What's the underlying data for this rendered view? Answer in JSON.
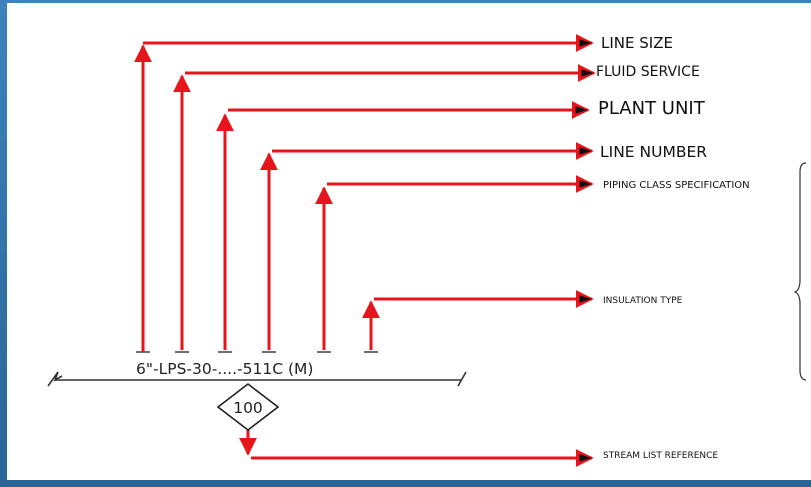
{
  "diagram": {
    "line_code": "6\"-LPS-30-....-511C (M)",
    "stream_ref_number": "100",
    "labels": {
      "line_size": "LINE SIZE",
      "fluid_service": "FLUID SERVICE",
      "plant_unit": "PLANT UNIT",
      "line_number": "LINE NUMBER",
      "piping_class": "PIPING CLASS SPECIFICATION",
      "insulation_type": "INSULATION TYPE",
      "stream_list_reference": "STREAM LIST REFERENCE"
    },
    "colors": {
      "leader": "#e8141b",
      "line": "#333333",
      "frame": "#2f6ea3",
      "background": "#ffffff"
    }
  }
}
